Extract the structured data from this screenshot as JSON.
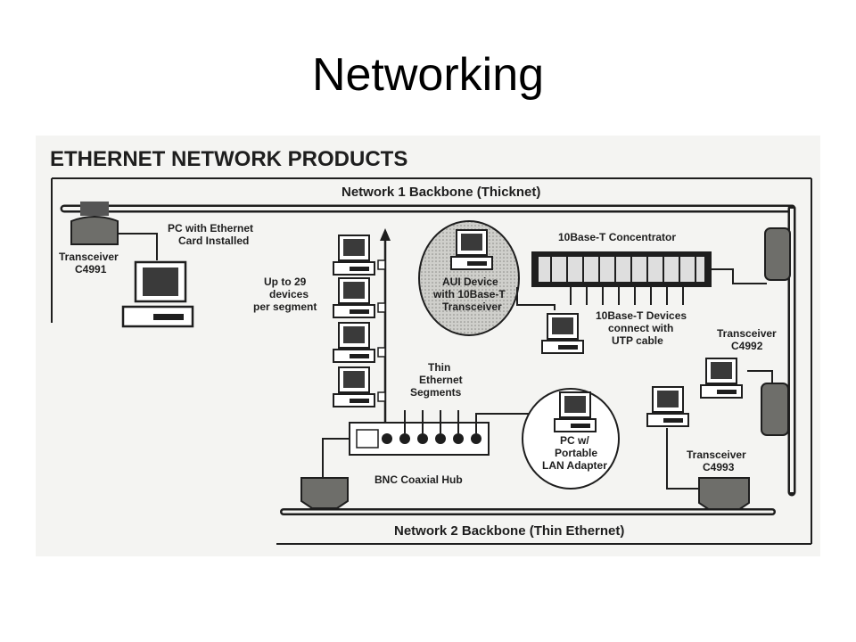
{
  "slide": {
    "title": "Networking"
  },
  "figure": {
    "heading": "ETHERNET NETWORK PRODUCTS",
    "labels": {
      "network1": "Network 1 Backbone (Thicknet)",
      "network2": "Network 2 Backbone (Thin Ethernet)",
      "transceiver_c4991": [
        "Transceiver",
        "C4991"
      ],
      "pc_ethernet_card": [
        "PC with Ethernet",
        "Card Installed"
      ],
      "up_to_29": [
        "Up to 29",
        "devices",
        "per segment"
      ],
      "aui_device": [
        "AUI Device",
        "with 10Base-T",
        "Transceiver"
      ],
      "concentrator": "10Base-T Concentrator",
      "tenbase_devices": [
        "10Base-T Devices",
        "connect with",
        "UTP cable"
      ],
      "transceiver_c4992": [
        "Transceiver",
        "C4992"
      ],
      "thin_ethernet": [
        "Thin",
        "Ethernet",
        "Segments"
      ],
      "pc_portable": [
        "PC w/",
        "Portable",
        "LAN Adapter"
      ],
      "bnc_hub": "BNC Coaxial Hub",
      "transceiver_c4993": [
        "Transceiver",
        "C4993"
      ]
    },
    "colors": {
      "ink": "#1e1e1e",
      "paper": "#f4f4f2",
      "bubble": "#c9c9c5"
    }
  }
}
